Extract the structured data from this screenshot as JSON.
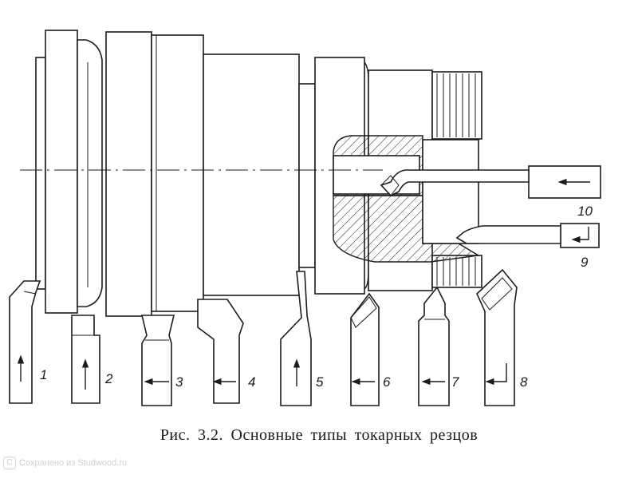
{
  "figure": {
    "tool_labels": [
      "1",
      "2",
      "3",
      "4",
      "5",
      "6",
      "7",
      "8",
      "9",
      "10"
    ]
  },
  "caption": "Рис. 3.2.  Основные  типы  токарных  резцов",
  "watermark": {
    "icon": "copyright-c-icon",
    "text": "Сохранено из Studwood.ru"
  }
}
